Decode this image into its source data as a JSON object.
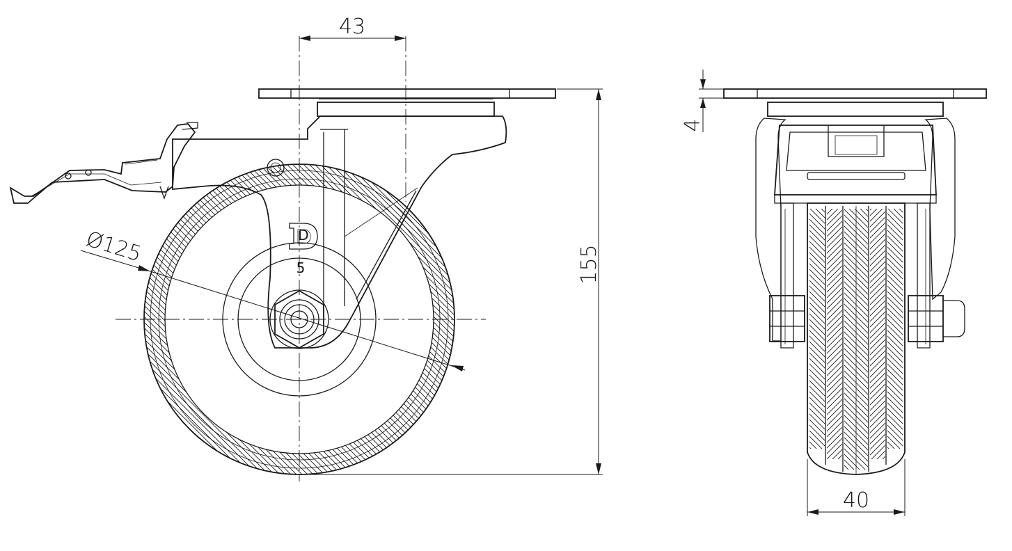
{
  "dimensions": {
    "offset": "43",
    "height": "155",
    "diameter": "Ø125",
    "plate_thickness": "4",
    "tread_width": "40"
  },
  "marking": {
    "logo_letter": "D",
    "number": "5"
  },
  "colors": {
    "line": "#1a1a1a",
    "background": "#ffffff"
  }
}
